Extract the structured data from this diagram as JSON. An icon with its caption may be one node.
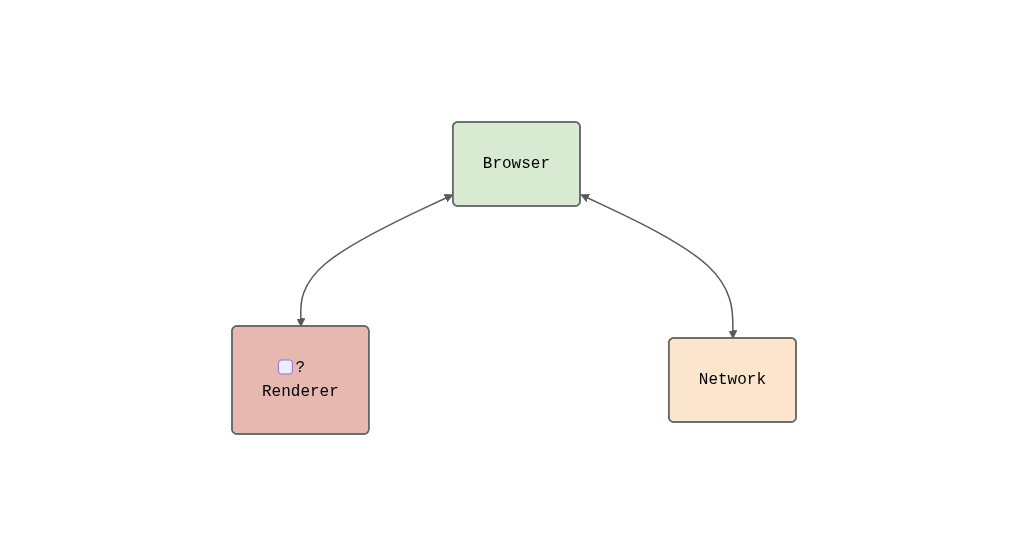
{
  "diagram": {
    "nodes": [
      {
        "text": [
          "Browser"
        ]
      },
      {
        "text": [
          "?",
          "Renderer"
        ]
      },
      {
        "text": [
          "Network"
        ]
      }
    ],
    "edges": [
      {
        "from": 0,
        "to": 1,
        "arrow": "both"
      },
      {
        "from": 0,
        "to": 2,
        "arrow": "both"
      }
    ]
  }
}
